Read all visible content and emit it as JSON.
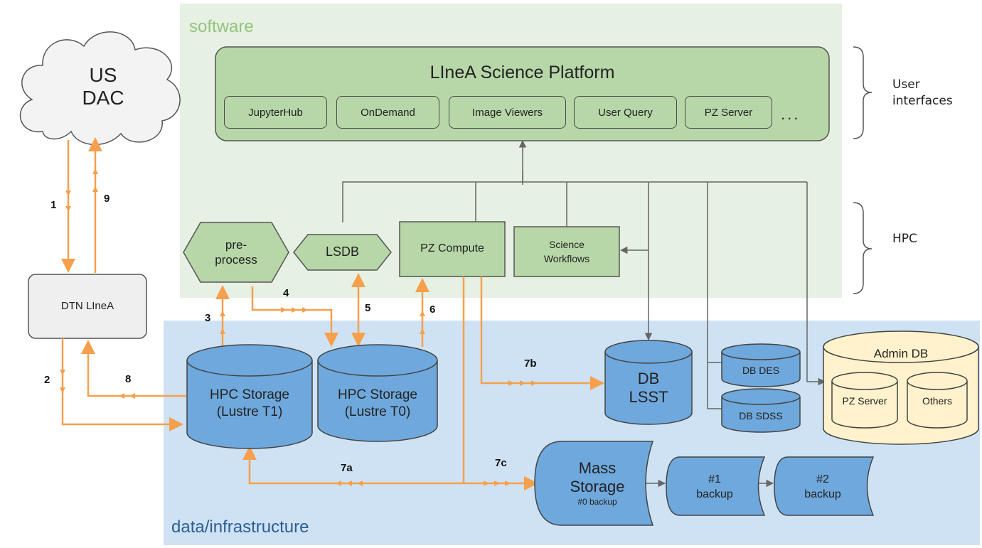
{
  "regions": {
    "software": "software",
    "data_infra": "data/infrastructure"
  },
  "us_dac": {
    "line1": "US",
    "line2": "DAC"
  },
  "dtn": "DTN LIneA",
  "platform": {
    "title": "LIneA Science Platform",
    "items": [
      "JupyterHub",
      "OnDemand",
      "Image Viewers",
      "User Query",
      "PZ Server"
    ],
    "more": "..."
  },
  "side_labels": {
    "user_interfaces": {
      "line1": "User",
      "line2": "interfaces"
    },
    "hpc": "HPC"
  },
  "hpc_nodes": {
    "preprocess": {
      "line1": "pre-",
      "line2": "process"
    },
    "lsdb": "LSDB",
    "pz_compute": "PZ Compute",
    "science_workflows": {
      "line1": "Science",
      "line2": "Workflows"
    }
  },
  "storage": {
    "t1": {
      "line1": "HPC Storage",
      "line2": "(Lustre T1)"
    },
    "t0": {
      "line1": "HPC Storage",
      "line2": "(Lustre T0)"
    },
    "db_lsst": {
      "line1": "DB",
      "line2": "LSST"
    },
    "db_des": "DB DES",
    "db_sdss": "DB SDSS",
    "admin_db": {
      "title": "Admin DB",
      "pz_server": "PZ Server",
      "others": "Others"
    },
    "mass_storage": {
      "line1": "Mass",
      "line2": "Storage",
      "line3": "#0 backup"
    },
    "backup1": {
      "line1": "#1",
      "line2": "backup"
    },
    "backup2": {
      "line1": "#2",
      "line2": "backup"
    }
  },
  "flow_numbers": {
    "n1": "1",
    "n2": "2",
    "n3": "3",
    "n4": "4",
    "n5": "5",
    "n6": "6",
    "n7a": "7a",
    "n7b": "7b",
    "n7c": "7c",
    "n8": "8",
    "n9": "9"
  },
  "colors": {
    "software_bg": "#e6f0e3",
    "data_bg": "#cfe2f3",
    "green": "#b7d7a8",
    "blue": "#6fa8dc",
    "orange": "#f6a04d",
    "admin": "#fff2cc",
    "dtn": "#efefef"
  }
}
